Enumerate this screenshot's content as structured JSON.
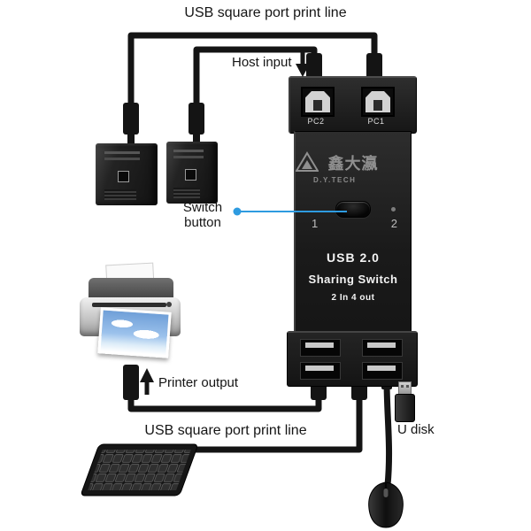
{
  "labels": {
    "top_line": "USB square port print line",
    "host_input": "Host input",
    "switch_button": "Switch button",
    "printer_output": "Printer output",
    "bottom_line": "USB square port print line",
    "u_disk": "U disk"
  },
  "device": {
    "port_left_label": "PC2",
    "port_right_label": "PC1",
    "brand_cn": "鑫大瀛",
    "brand_en": "D.Y.TECH",
    "switch_left_num": "1",
    "switch_right_num": "2",
    "spec_line1": "USB 2.0",
    "spec_line2": "Sharing Switch",
    "spec_line3": "2 In 4 out"
  },
  "icons": {
    "host_input_arrow": "arrow-down",
    "printer_output_arrow": "arrow-up",
    "u_disk_icon": "usb-flash-drive",
    "brand_logo": "triangle-logo"
  },
  "colors": {
    "pointer_blue": "#2e9be0",
    "cable": "#141414"
  }
}
